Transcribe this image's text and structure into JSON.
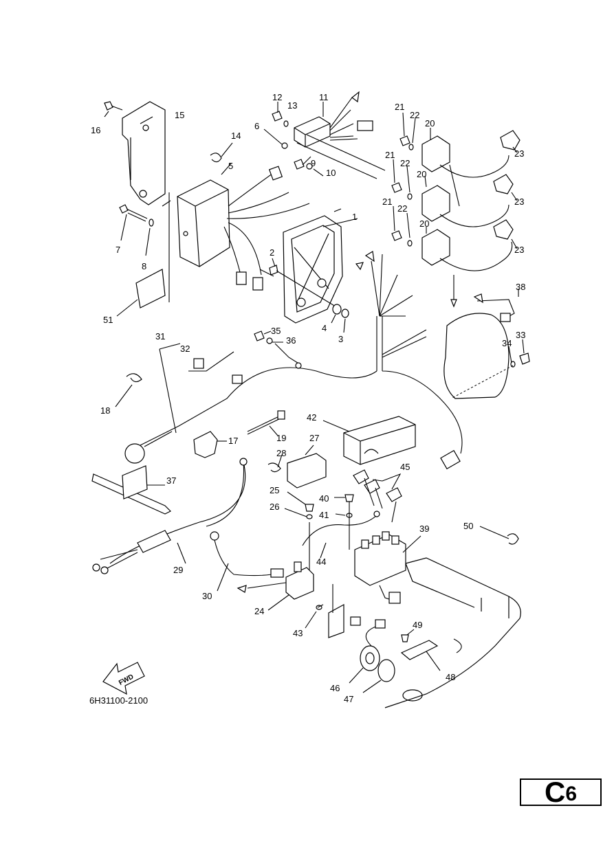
{
  "part_labels": [
    "1",
    "2",
    "3",
    "4",
    "5",
    "6",
    "7",
    "8",
    "9",
    "10",
    "11",
    "12",
    "13",
    "14",
    "15",
    "16",
    "17",
    "18",
    "19",
    "20",
    "20",
    "20",
    "21",
    "21",
    "21",
    "22",
    "22",
    "22",
    "23",
    "23",
    "23",
    "24",
    "25",
    "26",
    "27",
    "28",
    "29",
    "30",
    "31",
    "32",
    "33",
    "34",
    "35",
    "36",
    "37",
    "38",
    "39",
    "40",
    "41",
    "42",
    "43",
    "44",
    "45",
    "46",
    "47",
    "48",
    "49",
    "50",
    "51"
  ],
  "fwd_label": "FWD",
  "drawing_code": "6H31100-2100",
  "page_marker": {
    "letter": "C",
    "number": "6"
  }
}
